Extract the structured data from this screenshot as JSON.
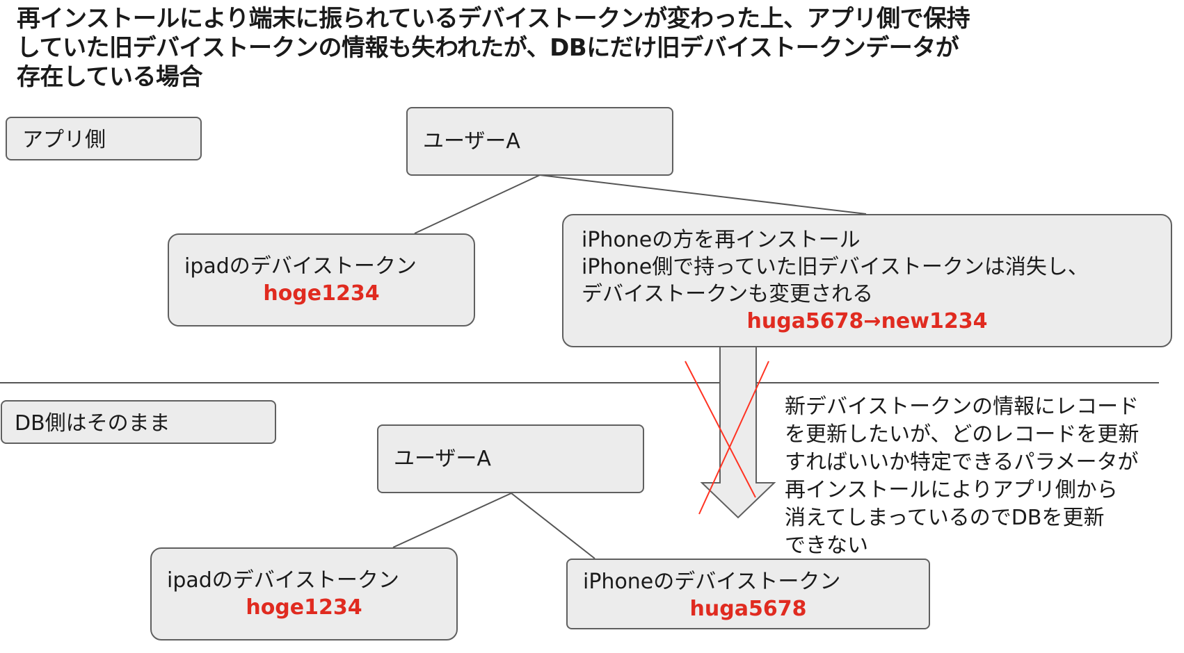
{
  "title_lines": [
    "再インストールにより端末に振られているデバイストークンが変わった上、アプリ側で保持",
    "していた旧デバイストークンの情報も失われたが、DBにだけ旧デバイストークンデータが",
    "存在している場合"
  ],
  "app_section": {
    "label": "アプリ側",
    "user": "ユーザーA",
    "ipad": {
      "label": "ipadのデバイストークン",
      "token": "hoge1234"
    },
    "iphone": {
      "lines": [
        "iPhoneの方を再インストール",
        "iPhone側で持っていた旧デバイストークンは消失し、",
        "デバイストークンも変更される"
      ],
      "token": "huga5678→new1234"
    }
  },
  "db_section": {
    "label": "DB側はそのまま",
    "user": "ユーザーA",
    "ipad": {
      "label": "ipadのデバイストークン",
      "token": "hoge1234"
    },
    "iphone": {
      "label": "iPhoneのデバイストークン",
      "token": "huga5678"
    }
  },
  "note_lines": [
    "新デバイストークンの情報にレコード",
    "を更新したいが、どのレコードを更新",
    "すればいいか特定できるパラメータが",
    "再インストールによりアプリ側から",
    "消えてしまっているのでDBを更新",
    "できない"
  ],
  "colors": {
    "token": "#e02b20",
    "box_fill": "#ececec",
    "box_border": "#5f5f5f",
    "cross": "#ff3322"
  }
}
